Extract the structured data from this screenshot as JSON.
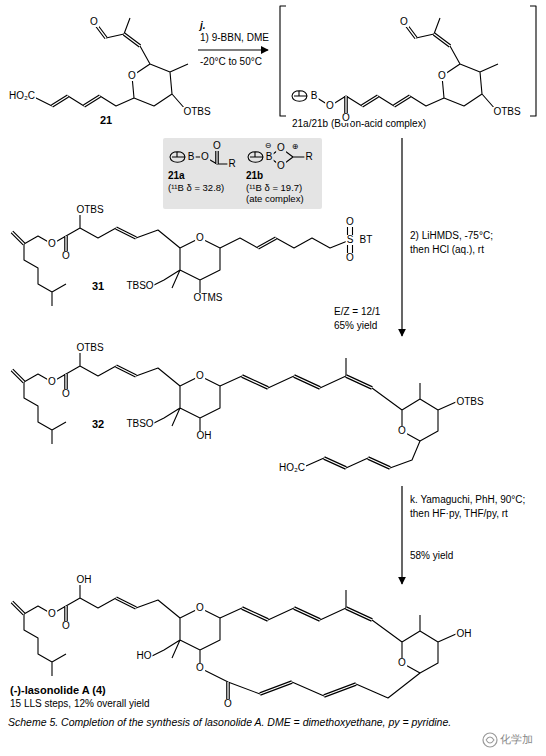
{
  "diagram": {
    "caption": "Scheme 5. Completion of the synthesis of lasonolide A. DME = dimethoxyethane, py = pyridine.",
    "nodes": [
      {
        "text": [
          "21"
        ]
      },
      {
        "text": [
          "21a/21b (Boron-acid complex)"
        ]
      },
      {
        "text": [
          "21a",
          "(¹¹B δ = 32.8)",
          "21b",
          "(¹¹B δ = 19.7)",
          "(ate complex)"
        ]
      },
      {
        "text": [
          "31"
        ]
      },
      {
        "text": [
          "32"
        ]
      },
      {
        "text": [
          "(-)-lasonolide A (4)",
          "15 LLS steps, 12% overall yield"
        ]
      }
    ],
    "edges": [
      {
        "from": 0,
        "to": 1,
        "arrow": "to",
        "label": "1) 9-BBN, DME"
      },
      {
        "from": 1,
        "to": 4,
        "arrow": "to",
        "label": "2) LiHMDS, -75°C;"
      },
      {
        "from": 4,
        "to": 5,
        "arrow": "to",
        "label": "k. Yamaguchi, PhH, 90°C;"
      }
    ],
    "labels": [
      "O",
      "O",
      "OTBS",
      "HO₂C",
      "O",
      "O",
      "OTBS",
      "B",
      "O",
      "O",
      "B",
      "O",
      "O",
      "R",
      "B",
      "⊖",
      "O",
      "O",
      "⊕",
      "R",
      "OTBS",
      "O",
      "O",
      "O",
      "TBSO",
      "OTMS",
      "S",
      "O",
      "O",
      "BT",
      "OTBS",
      "O",
      "O",
      "O",
      "TBSO",
      "OH",
      "O",
      "OTBS",
      "HO₂C",
      "OH",
      "O",
      "O",
      "O",
      "HO",
      "O",
      "O",
      "O",
      "OH",
      "j.",
      "-20°C to 50°C",
      "then HCl (aq.), rt",
      "E/Z = 12/1",
      "65% yield",
      "then HF·py, THF/py, rt",
      "58% yield",
      "化学加"
    ]
  }
}
